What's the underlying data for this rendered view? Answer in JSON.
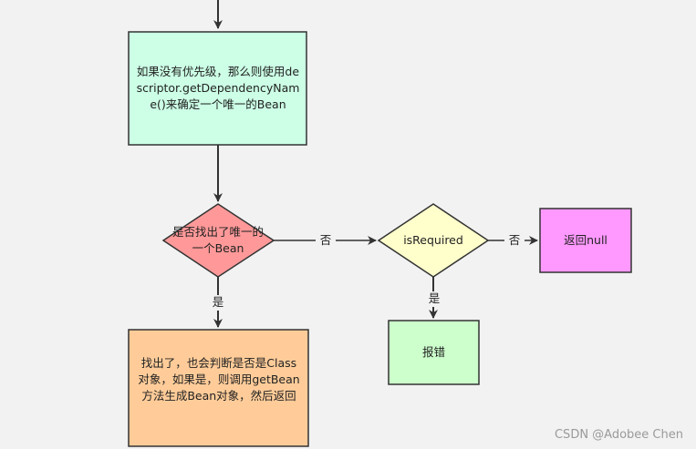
{
  "nodes": {
    "no_priority": {
      "text": "如果没有优先级，那么则使用descriptor.getDependencyName()来确定一个唯一的Bean",
      "color": "#ccffe6"
    },
    "found_unique": {
      "text": "是否找出了唯一的一个Bean",
      "color": "#ff9999"
    },
    "is_required": {
      "text": "isRequired",
      "color": "#ffffcc"
    },
    "return_null": {
      "text": "返回null",
      "color": "#ff99ff"
    },
    "error": {
      "text": "报错",
      "color": "#ccffcc"
    },
    "found_result": {
      "text": "找出了，也会判断是否是Class对象，如果是，则调用getBean方法生成Bean对象，然后返回",
      "color": "#ffcc99"
    }
  },
  "edges": {
    "found_unique_no": "否",
    "found_unique_yes": "是",
    "is_required_no": "否",
    "is_required_yes": "是"
  },
  "watermark": "CSDN @Adobee Chen"
}
